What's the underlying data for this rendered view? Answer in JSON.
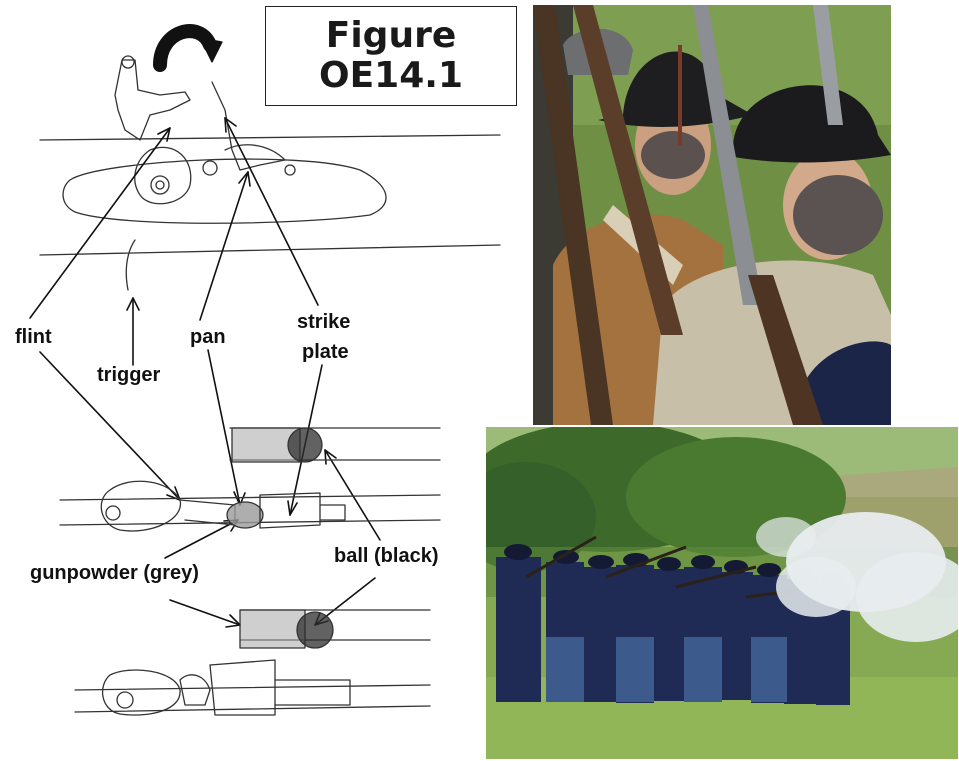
{
  "figure": {
    "title_line1": "Figure",
    "title_line2": "OE14.1"
  },
  "labels": {
    "flint": "flint",
    "trigger": "trigger",
    "pan": "pan",
    "strike_plate_line1": "strike",
    "strike_plate_line2": "plate",
    "gunpowder": "gunpowder (grey)",
    "ball": "ball (black)"
  },
  "colors": {
    "gunpowder": "#9a9a9a",
    "ball": "#2e2e2e",
    "grass": "#7fa34a",
    "union_uniform": "#1f2a55",
    "smoke": "#e8ecef"
  }
}
